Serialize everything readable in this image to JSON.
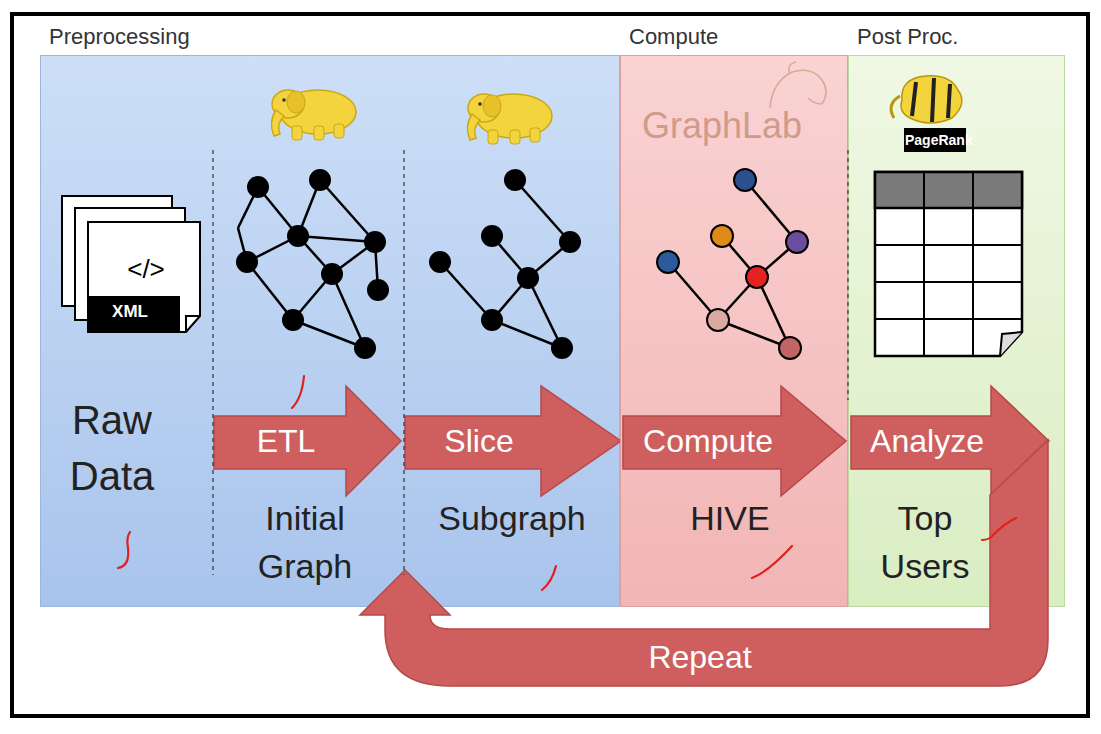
{
  "diagram": {
    "nodes": [
      {
        "text": [
          "Preprocessing"
        ]
      },
      {
        "text": [
          "ETL"
        ],
        "in": 0
      },
      {
        "text": [
          "Slice"
        ],
        "in": 0
      },
      {
        "text": [
          "Compute"
        ]
      },
      {
        "text": [
          "Compute"
        ],
        "in": 3
      },
      {
        "text": [
          "Post Proc."
        ]
      },
      {
        "text": [
          "Analyze"
        ],
        "in": 5
      },
      {
        "text": [
          "Repeat"
        ]
      }
    ],
    "labels": [
      "</>",
      "XML",
      "Raw Data",
      "Initial Graph",
      "Subgraph",
      "GraphLab",
      "PageRank",
      "HIVE",
      "Top Users"
    ]
  }
}
